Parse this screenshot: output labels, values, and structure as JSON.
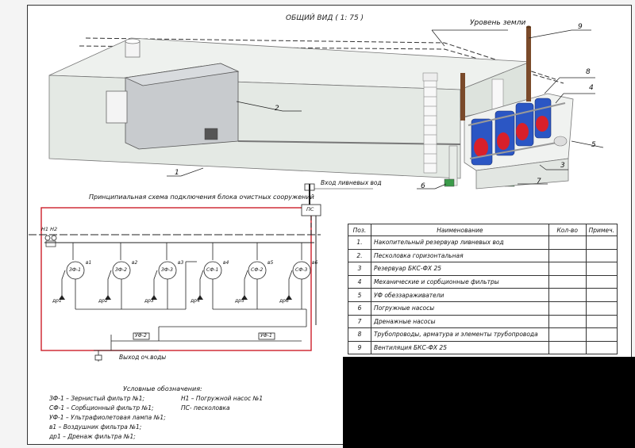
{
  "view_title": "ОБЩИЙ ВИД  ( 1: 75 )",
  "callouts": {
    "ground_level": "Уровень земли",
    "c1": "1",
    "c2": "2",
    "c3": "3",
    "c4": "4",
    "c5": "5",
    "c6": "6",
    "c7": "7",
    "c8": "8",
    "c9": "9"
  },
  "schema": {
    "title": "Принципиальная схема подключения блока очистных сооружений",
    "inlet": "Вход ливневых вод",
    "outlet": "Выход оч.воды",
    "ps": "ПС",
    "pumps": "Н1 Н2",
    "filters": [
      {
        "label": "ЗФ-1",
        "vent": "в1",
        "drain": "др1"
      },
      {
        "label": "ЗФ-2",
        "vent": "в2",
        "drain": "др2"
      },
      {
        "label": "ЗФ-3",
        "vent": "в3",
        "drain": "др3"
      },
      {
        "label": "СФ-1",
        "vent": "в4",
        "drain": "др4"
      },
      {
        "label": "СФ-2",
        "vent": "в5",
        "drain": "др5"
      },
      {
        "label": "СФ-3",
        "vent": "в6",
        "drain": "др6"
      }
    ],
    "uv": [
      "УФ-2",
      "УФ-1"
    ]
  },
  "legend": {
    "title": "Условные обозначения:",
    "left": [
      "ЗФ-1 – Зернистый фильтр №1;",
      "СФ-1 – Сорбционный фильтр №1;",
      "УФ-1 – Ультрафиолетовая лампа №1;",
      "в1 – Воздушник фильтра №1;",
      "др1 – Дренаж фильтра №1;"
    ],
    "right": [
      "Н1 – Погружной насос №1",
      "ПС- песколовка"
    ]
  },
  "spec_table": {
    "headers": [
      "Поз.",
      "Наименование",
      "Кол-во",
      "Примеч."
    ],
    "rows": [
      [
        "1.",
        "Накопительный резервуар ливневых вод",
        "",
        ""
      ],
      [
        "2.",
        "Песколовка горизонтальная",
        "",
        ""
      ],
      [
        "3",
        "Резервуар БКС-ФХ 25",
        "",
        ""
      ],
      [
        "4",
        "Механические и сорбционные фильтры",
        "",
        ""
      ],
      [
        "5",
        "УФ обеззараживатели",
        "",
        ""
      ],
      [
        "6",
        "Погружные насосы",
        "",
        ""
      ],
      [
        "7",
        "Дренажные насосы",
        "",
        ""
      ],
      [
        "8",
        "Трубопроводы, арматура и элементы трубопровода",
        "",
        ""
      ],
      [
        "9",
        "Вентиляция БКС-ФХ 25",
        "",
        ""
      ]
    ]
  },
  "colors": {
    "tank_fill": "#e9ede9",
    "schema_border": "#cc1f2a",
    "filter_blue": "#2b56c4",
    "filter_red": "#d8202a",
    "pipe_brown": "#7a4a2a",
    "redacted": "#000000"
  }
}
